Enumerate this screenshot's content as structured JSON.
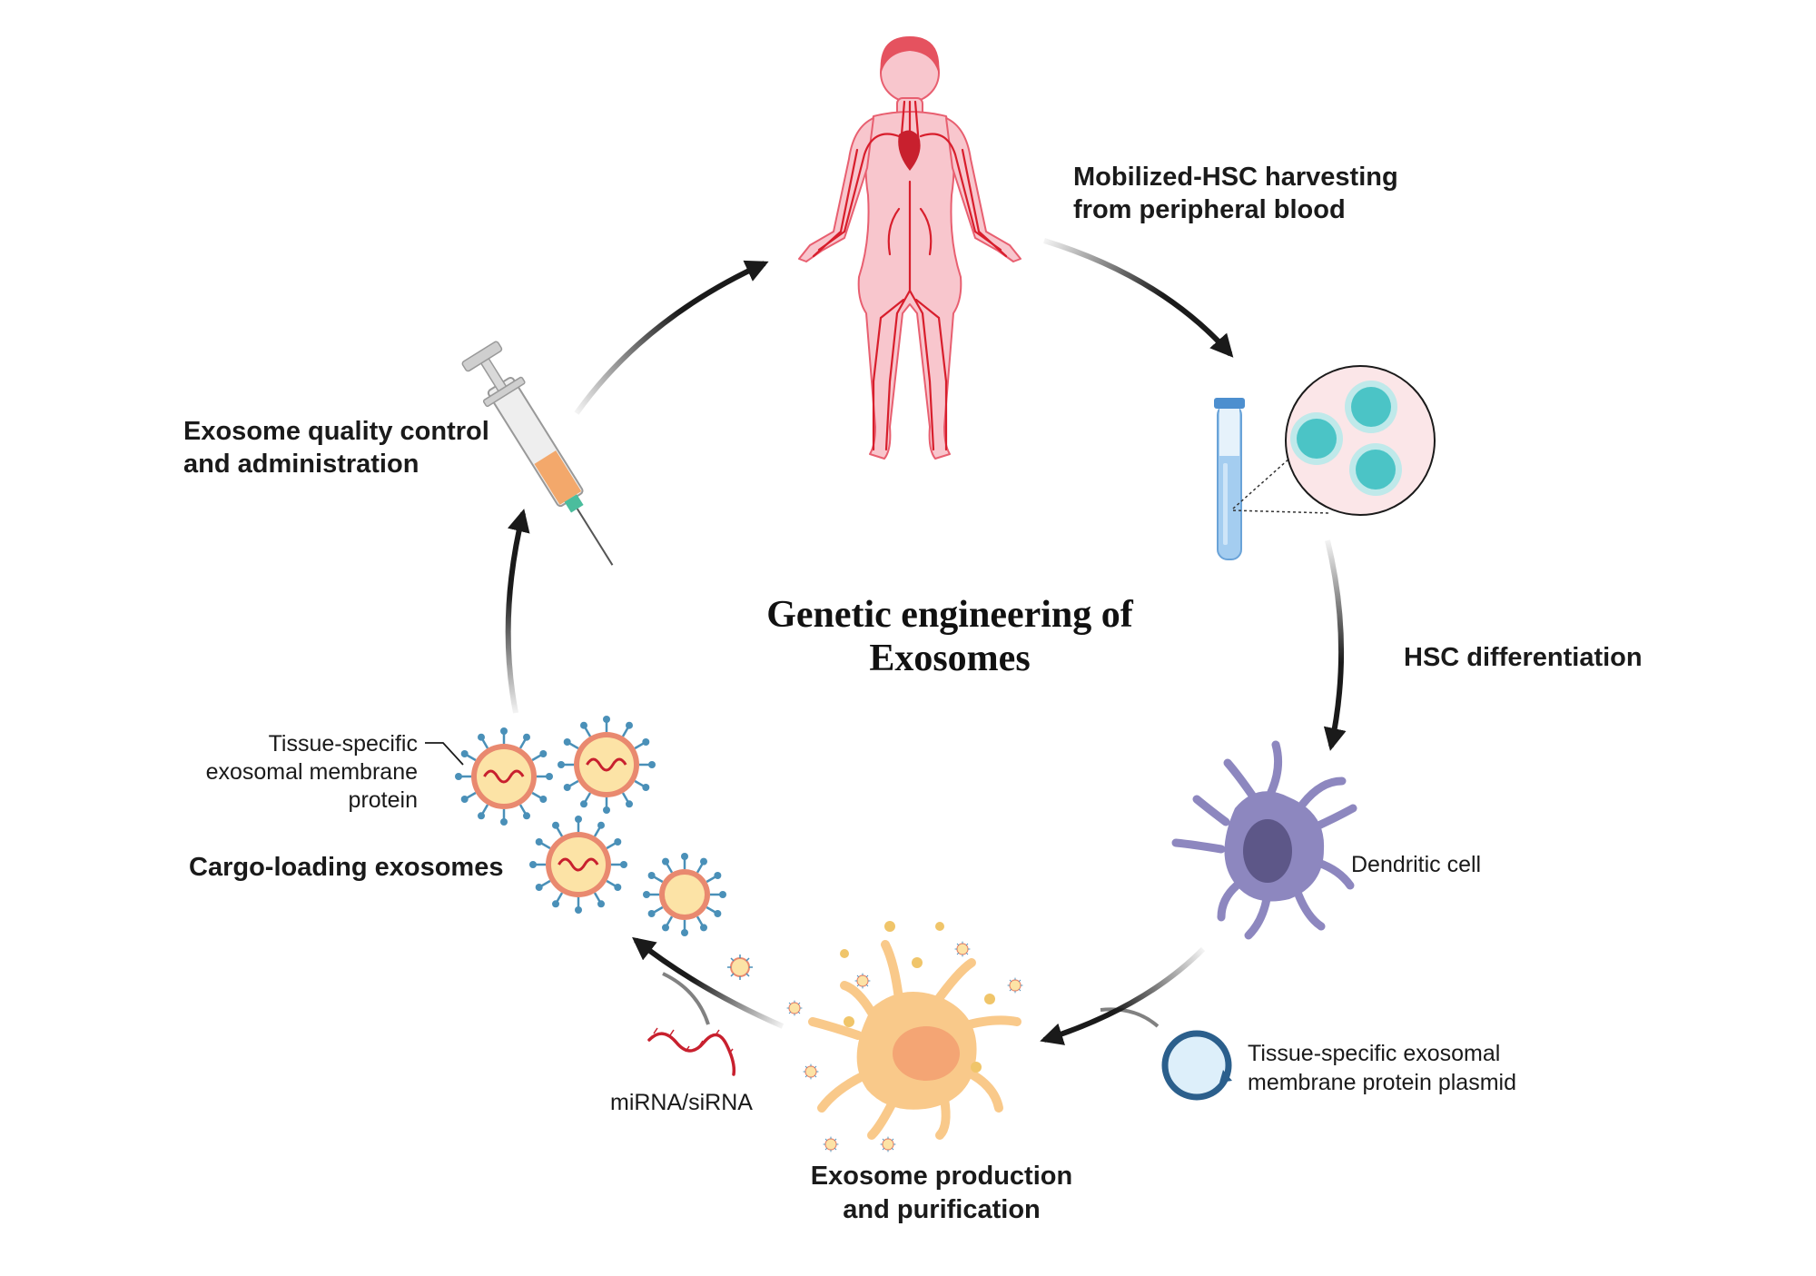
{
  "center_title": {
    "line1": "Genetic engineering of",
    "line2": "Exosomes"
  },
  "steps": {
    "harvest": {
      "line1": "Mobilized-HSC harvesting",
      "line2": "from peripheral blood"
    },
    "differentiation": "HSC differentiation",
    "production": {
      "line1": "Exosome production",
      "line2": "and purification"
    },
    "cargo_loading": "Cargo-loading exosomes",
    "quality_control": {
      "line1": "Exosome quality control",
      "line2": "and administration"
    }
  },
  "labels": {
    "dendritic_cell": "Dendritic cell",
    "plasmid": {
      "line1": "Tissue-specific exosomal",
      "line2": "membrane protein plasmid"
    },
    "mirna": "miRNA/siRNA",
    "membrane_protein": {
      "line1": "Tissue-specific",
      "line2": "exosomal membrane",
      "line3": "protein"
    }
  },
  "colors": {
    "body": "#f7b9c2",
    "vessels": "#d81e2c",
    "hsc": "#4bc4c6",
    "dendritic_cell": "#8d87bf",
    "producing_cell": "#f9c98a",
    "exosome_core": "#fce3a6",
    "exosome_ring": "#e9896f",
    "receptor": "#4a90b8",
    "plasmid": "#2b5f8c",
    "rna": "#c8202e",
    "arrow": "#1a1a1a"
  },
  "icons": [
    "human-body-icon",
    "test-tube-icon",
    "magnified-cells-icon",
    "dendritic-cell-icon",
    "plasmid-icon",
    "producing-cell-icon",
    "rna-strand-icon",
    "exosome-icon",
    "syringe-icon"
  ]
}
